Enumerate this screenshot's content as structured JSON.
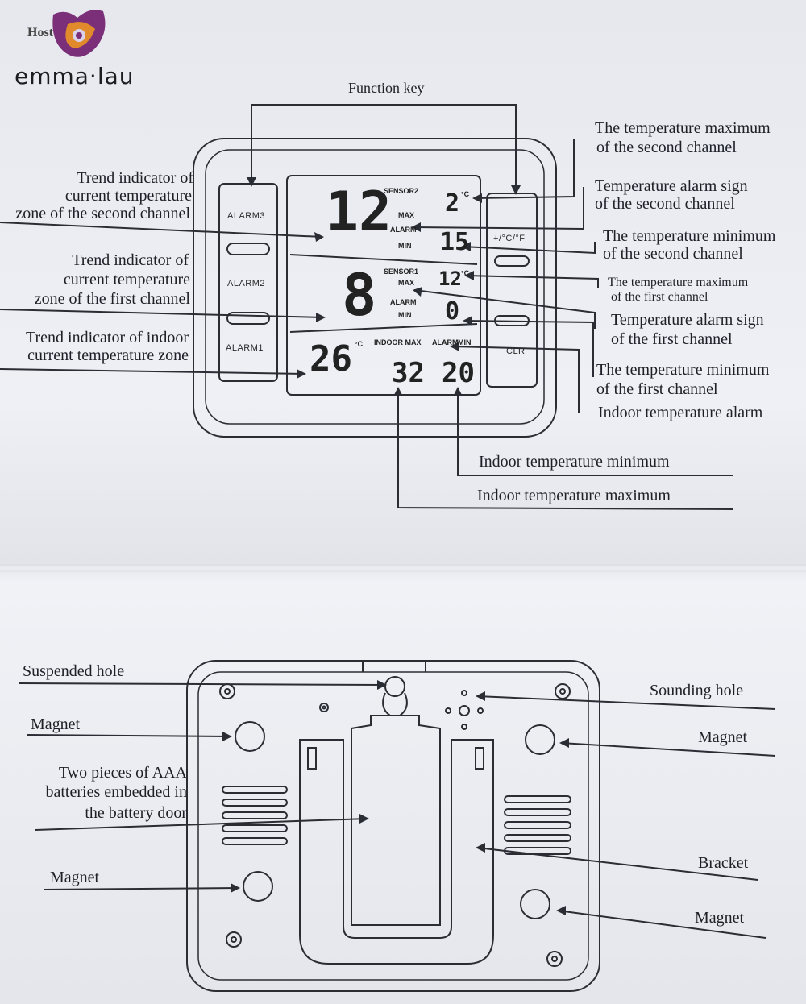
{
  "logo": {
    "text": "emma·lau",
    "host": "Host"
  },
  "front": {
    "function_key": "Function key",
    "keys": {
      "alarm3": "ALARM3",
      "alarm2": "ALARM2",
      "alarm1": "ALARM1",
      "unit": "+/°C/°F",
      "clr": "CLR"
    },
    "display": {
      "ch2_temp": "12",
      "ch2_max": "2",
      "ch2_min": "15",
      "ch1_temp": "8",
      "ch1_max": "12",
      "ch1_min": "0",
      "indoor_temp": "26",
      "indoor_max": "32",
      "indoor_min": "20",
      "sensor2": "SENSOR2",
      "sensor1": "SENSOR1",
      "max": "MAX",
      "min": "MIN",
      "alarm": "ALARM",
      "indoor_header": "INDOOR MAX",
      "unit_c": "°C"
    },
    "left_labels": {
      "trend2": [
        "Trend indicator of",
        "current temperature",
        "zone of the second channel"
      ],
      "trend1": [
        "Trend indicator of",
        "current temperature",
        "zone of the first channel"
      ],
      "trend_indoor": [
        "Trend indicator of indoor",
        "current temperature zone"
      ]
    },
    "right_labels": {
      "ch2_max": [
        "The temperature maximum",
        "of the second channel"
      ],
      "ch2_alarm": [
        "Temperature alarm sign",
        "of the second channel"
      ],
      "ch2_min": [
        "The temperature minimum",
        "of the second channel"
      ],
      "ch1_max": [
        "The temperature maximum",
        "of the first channel"
      ],
      "ch1_alarm": [
        "Temperature alarm sign",
        "of the first channel"
      ],
      "ch1_min": [
        "The temperature minimum",
        "of the first channel"
      ],
      "indoor_alarm": "Indoor temperature alarm"
    },
    "bottom_labels": {
      "indoor_min": "Indoor temperature minimum",
      "indoor_max": "Indoor temperature maximum"
    }
  },
  "back": {
    "left_labels": {
      "suspended_hole": "Suspended hole",
      "magnet_top": "Magnet",
      "batteries": [
        "Two pieces of AAA",
        "batteries embedded in",
        "the battery door"
      ],
      "magnet_bottom": "Magnet"
    },
    "right_labels": {
      "sounding_hole": "Sounding hole",
      "magnet_top": "Magnet",
      "bracket": "Bracket",
      "magnet_bottom": "Magnet"
    }
  }
}
